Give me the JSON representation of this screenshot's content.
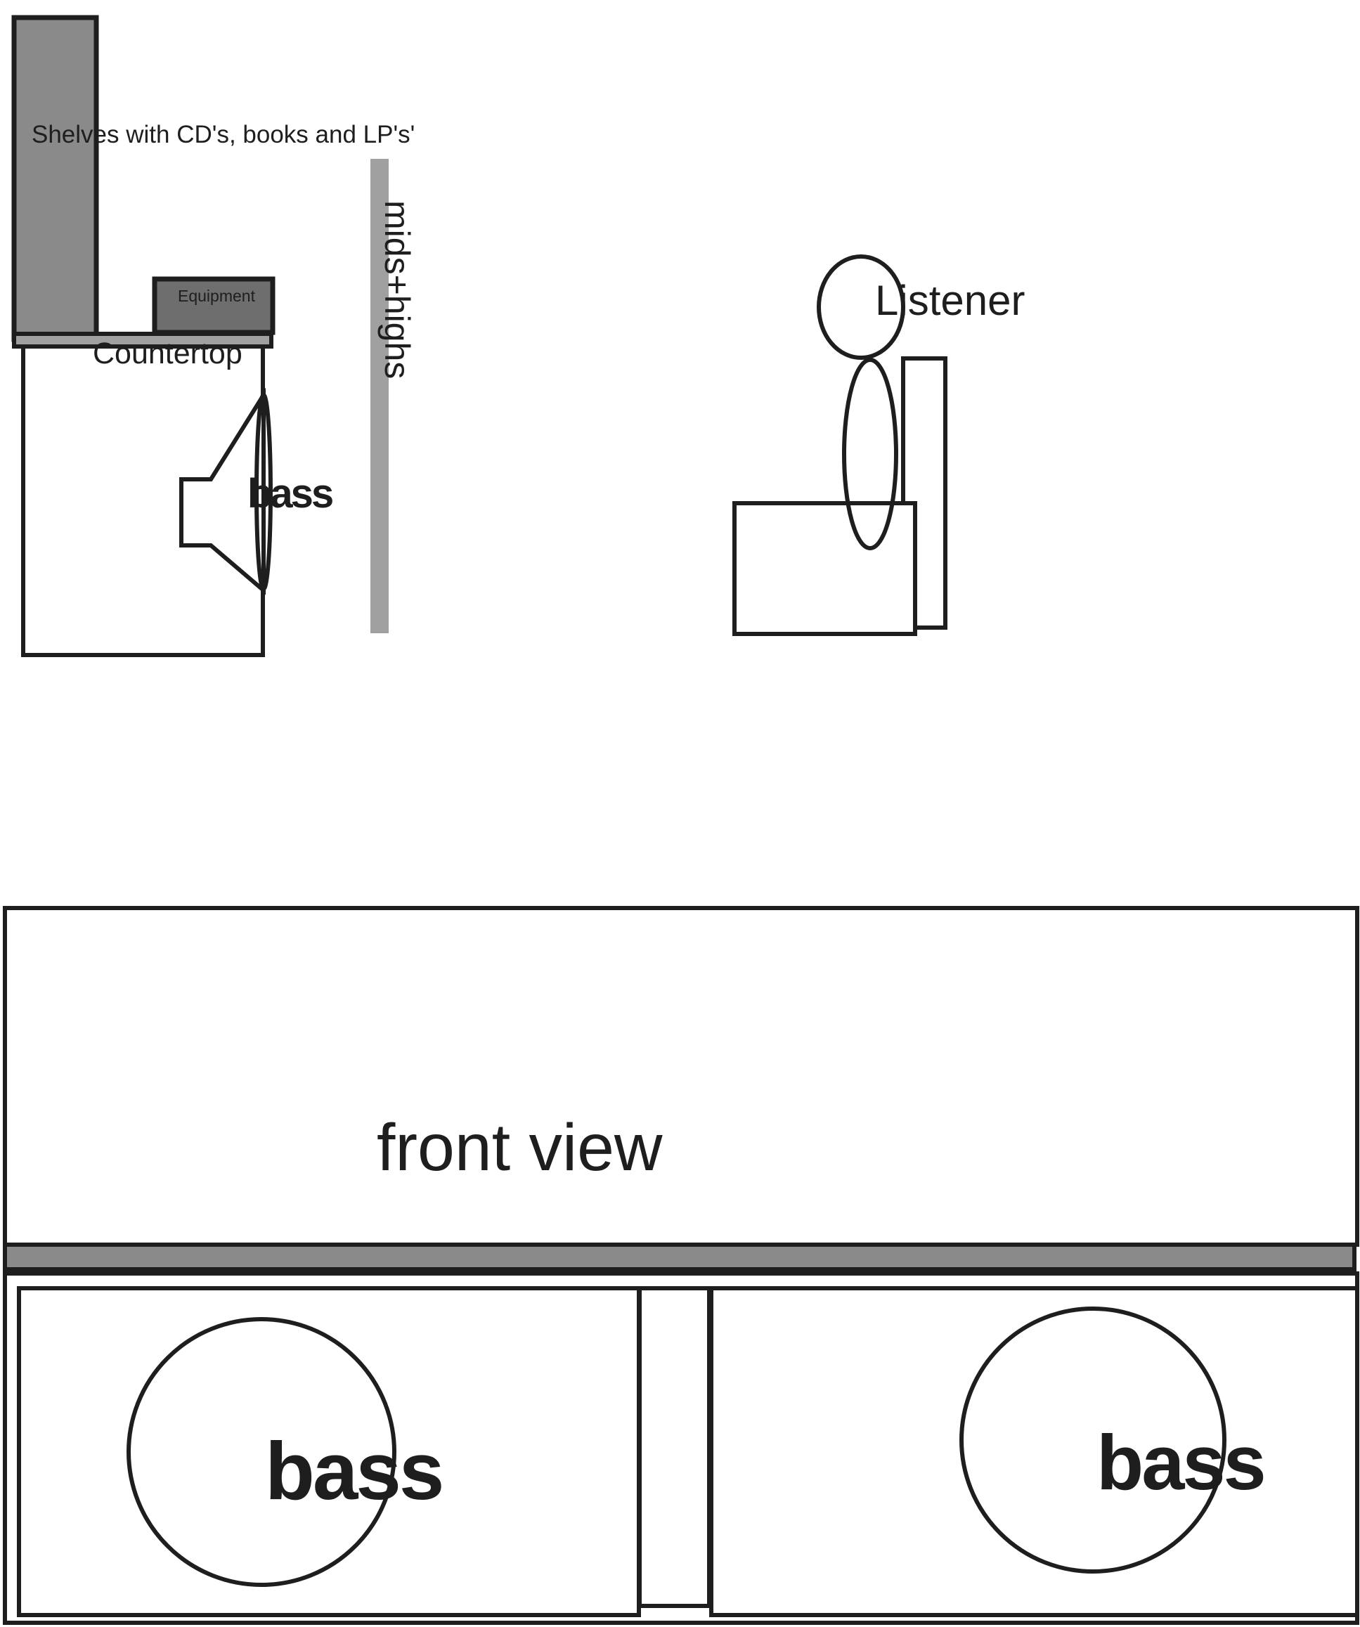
{
  "side_view": {
    "shelves_label": "Shelves with CD's, books and LP's'",
    "equipment_label": "Equipment",
    "countertop_label": "Countertop",
    "bass_label": "bass",
    "mids_highs_label": "mids+highs",
    "listener_label": "Listener"
  },
  "front_view": {
    "title": "front view",
    "bass_left_label": "bass",
    "bass_right_label": "bass"
  },
  "colors": {
    "stroke": "#1e1e1e",
    "shelf_gray": "#8a8a8a",
    "equipment_gray": "#6e6e6e",
    "panel_gray": "#a0a0a0"
  }
}
